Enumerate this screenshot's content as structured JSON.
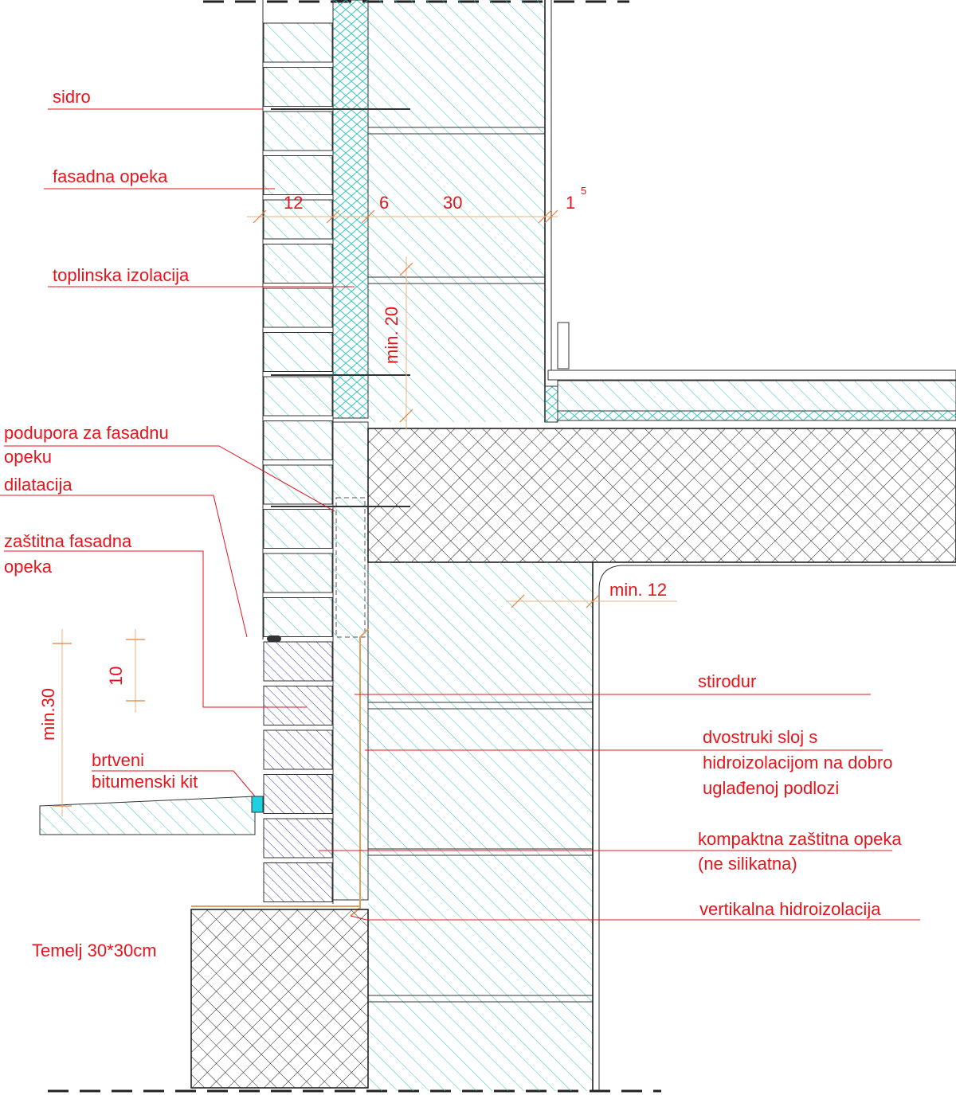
{
  "colors": {
    "concrete_hatch": "#35c6c0",
    "insulation": "#35c6c0",
    "brick_blue": "#3a3aa8",
    "reinforced_concrete": "#222222",
    "label": "#e8141b",
    "dimension": "#f2b07a"
  },
  "labels": {
    "sidro": "sidro",
    "fasadna_opeka": "fasadna opeka",
    "toplinska_izolacija": "toplinska izolacija",
    "podupora_1": "podupora za fasadnu",
    "podupora_2": "opeku",
    "dilatacija": "dilatacija",
    "zastitna_1": "zaštitna fasadna",
    "zastitna_2": "opeka",
    "brtveni_1": "brtveni",
    "brtveni_2": "bitumenski kit",
    "temelj": "Temelj 30*30cm",
    "stirodur": "stirodur",
    "dvostruki_1": "dvostruki sloj s",
    "dvostruki_2": "hidroizolacijom na dobro",
    "dvostruki_3": "uglađenoj podlozi",
    "kompaktna_1": "kompaktna zaštitna opeka",
    "kompaktna_2": "(ne silikatna)",
    "vertikalna": "vertikalna hidroizolacija"
  },
  "dimensions": {
    "d12": "12",
    "d6": "6",
    "d30": "30",
    "d1": "1",
    "d1_sup": "5",
    "min20": "min. 20",
    "min12": "min. 12",
    "min30": "min.30",
    "d10": "10"
  }
}
